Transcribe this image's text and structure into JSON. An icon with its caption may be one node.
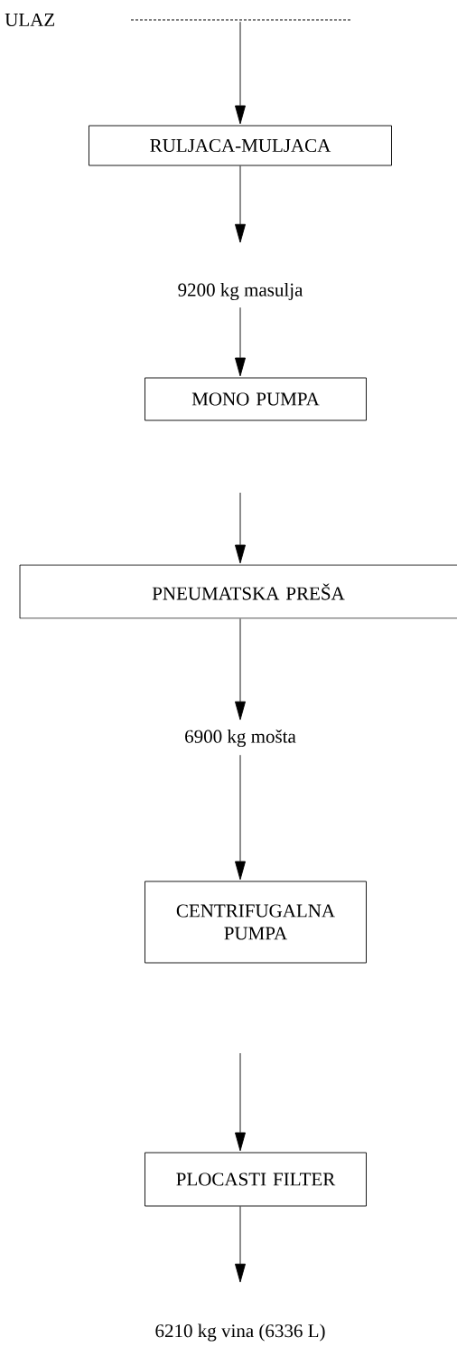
{
  "diagram": {
    "nodes": [
      {
        "text": [],
        "shape": "bar"
      },
      {
        "text": [
          "RULJACA-MULJACA"
        ]
      },
      {
        "text": [
          "9200 kg masulja"
        ]
      },
      {
        "text": [
          "MONO PUMPA"
        ]
      },
      {
        "text": [
          "PNEUMATSKA PREŠA"
        ]
      },
      {
        "text": [
          "6900 kg mošta"
        ]
      },
      {
        "text": [
          "CENTRIFUGALNA PUMPA"
        ]
      },
      {
        "text": [
          "PLOCASTI FILTER"
        ]
      },
      {
        "text": [
          "6210 kg vina (6336 L)"
        ]
      }
    ],
    "edges": [
      {
        "from": 0,
        "to": 1,
        "arrow": "to"
      },
      {
        "from": 1,
        "to": 2,
        "arrow": "to"
      },
      {
        "from": 2,
        "to": 3,
        "arrow": "to"
      },
      {
        "from": null,
        "to": 4,
        "arrow": "to"
      },
      {
        "from": 4,
        "to": 5,
        "arrow": "to"
      },
      {
        "from": 5,
        "to": 6,
        "arrow": "to"
      },
      {
        "from": null,
        "to": 7,
        "arrow": "to"
      },
      {
        "from": 7,
        "to": 8,
        "arrow": "to"
      }
    ],
    "labels": [
      "ULAZ"
    ]
  }
}
